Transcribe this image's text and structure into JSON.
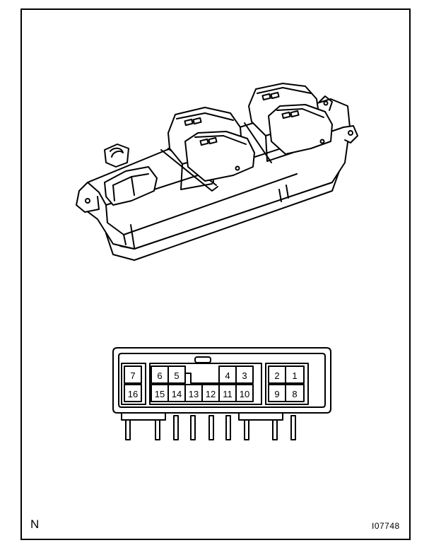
{
  "figure": {
    "corner_marker": "N",
    "figure_id": "I07748"
  },
  "connector": {
    "top_row": [
      "7",
      "6",
      "5",
      "4",
      "3",
      "2",
      "1"
    ],
    "bottom_row": [
      "16",
      "15",
      "14",
      "13",
      "12",
      "11",
      "10",
      "9",
      "8"
    ]
  }
}
